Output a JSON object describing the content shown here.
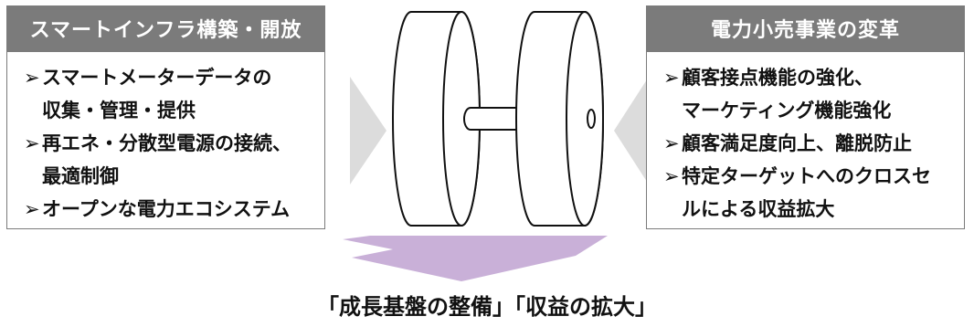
{
  "left_panel": {
    "title": "スマートインフラ構築・開放",
    "items": [
      {
        "arrow": "➢",
        "line1": "スマートメーターデータの",
        "line2": "収集・管理・提供"
      },
      {
        "arrow": "➢",
        "line1": "再エネ・分散型電源の接続、",
        "line2": "最適制御"
      },
      {
        "arrow": "➢",
        "line1": "オープンな電力エコシステム",
        "line2": ""
      }
    ]
  },
  "right_panel": {
    "title": "電力小売事業の変革",
    "items": [
      {
        "arrow": "➢",
        "line1": "顧客接点機能の強化、",
        "line2": "マーケティング機能強化"
      },
      {
        "arrow": "➢",
        "line1": "顧客満足度向上、離脱防止",
        "line2": ""
      },
      {
        "arrow": "➢",
        "line1": "特定ターゲットへのクロスセ",
        "line2": "ルによる収益拡大"
      }
    ]
  },
  "result": {
    "text": "「成長基盤の整備」「収益の拡大」"
  },
  "colors": {
    "header_bg": "#7b7b7b",
    "arrow_purple": "#c9b0d8",
    "connector_gray": "#dcdcdc"
  },
  "icons": {
    "center": "dumbbell-icon"
  }
}
